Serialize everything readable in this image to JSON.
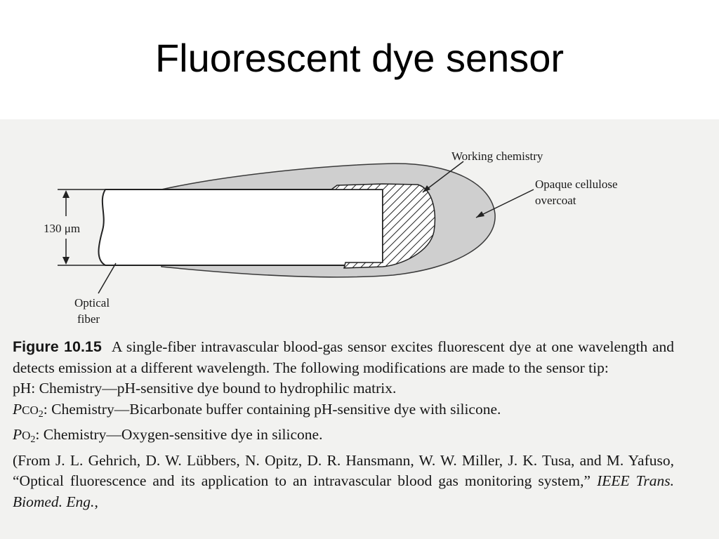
{
  "slide": {
    "title": "Fluorescent dye sensor"
  },
  "diagram": {
    "labels": {
      "working_chemistry": "Working chemistry",
      "overcoat_line1": "Opaque cellulose",
      "overcoat_line2": "overcoat",
      "dimension": "130 μm",
      "fiber_line1": "Optical",
      "fiber_line2": "fiber"
    }
  },
  "caption": {
    "figure_number": "Figure 10.15",
    "intro": "A single-fiber intravascular blood-gas sensor excites fluorescent dye at one wavelength and detects emission at a different wavelength. The following modifications are made to the sensor tip:",
    "ph_line": "pH: Chemistry—pH-sensitive dye bound to hydrophilic matrix.",
    "pco2_p": "P",
    "pco2_co": "CO",
    "pco2_sub": "2",
    "pco2_text": ": Chemistry—Bicarbonate buffer containing pH-sensitive dye with silicone.",
    "po2_p": "P",
    "po2_o": "O",
    "po2_sub": "2",
    "po2_text": ": Chemistry—Oxygen-sensitive dye in silicone.",
    "citation_text": "(From J. L. Gehrich, D. W. Lübbers, N. Opitz, D. R. Hansmann, W. W. Miller, J. K. Tusa, and M. Yafuso, “Optical fluorescence and its application to an intravascular blood gas monitoring system,” ",
    "citation_journal": "IEEE Trans. Biomed. Eng.",
    "citation_end": ","
  }
}
